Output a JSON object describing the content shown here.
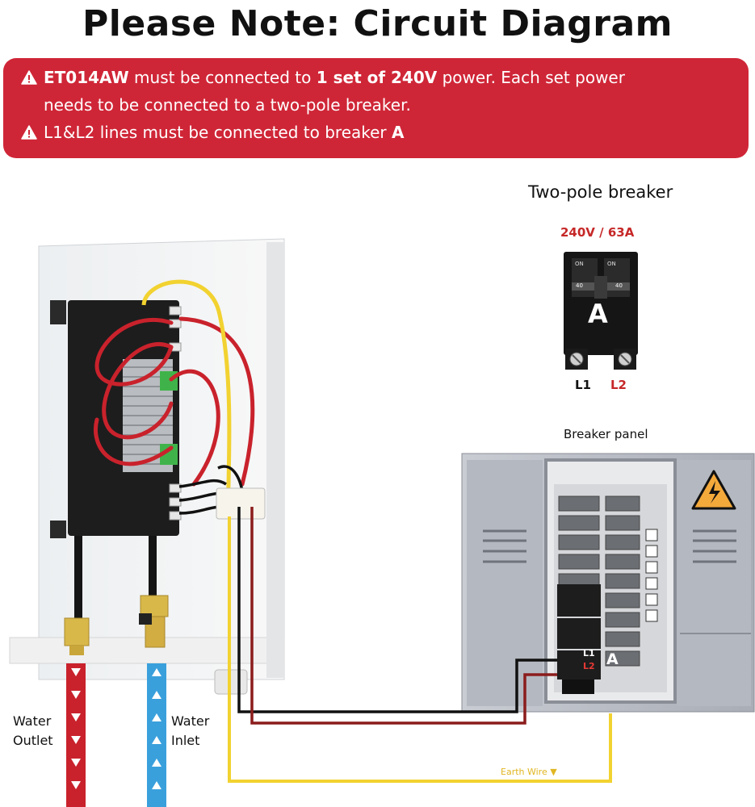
{
  "title": "Please Note: Circuit Diagram",
  "banner": {
    "line1_model": "ET014AW",
    "line1_mid": " must be connected to ",
    "line1_strong": "1 set of 240V",
    "line1_end": " power. Each set power",
    "line2": "needs to be connected to a two-pole breaker.",
    "line3_text": "L1&L2 lines must be connected to breaker ",
    "line3_strong": "A",
    "icon": "warning-triangle-icon"
  },
  "breaker": {
    "heading": "Two-pole breaker",
    "rating": "240V / 63A",
    "letter": "A",
    "switch_on": "ON",
    "switch_value": "40",
    "l1": "L1",
    "l2": "L2"
  },
  "panel": {
    "heading": "Breaker panel",
    "l1": "L1",
    "l2": "L2",
    "letter": "A",
    "hazard_icon": "lightning-hazard-icon"
  },
  "water": {
    "outlet_line1": "Water",
    "outlet_line2": "Outlet",
    "inlet_line1": "Water",
    "inlet_line2": "Inlet"
  },
  "earth_wire": "Earth Wire ▼",
  "colors": {
    "banner": "#cf2637",
    "live_red": "#c9222c",
    "earth_yellow": "#f2d230",
    "cold_blue": "#3aa0dc",
    "text_red": "#c62828"
  }
}
